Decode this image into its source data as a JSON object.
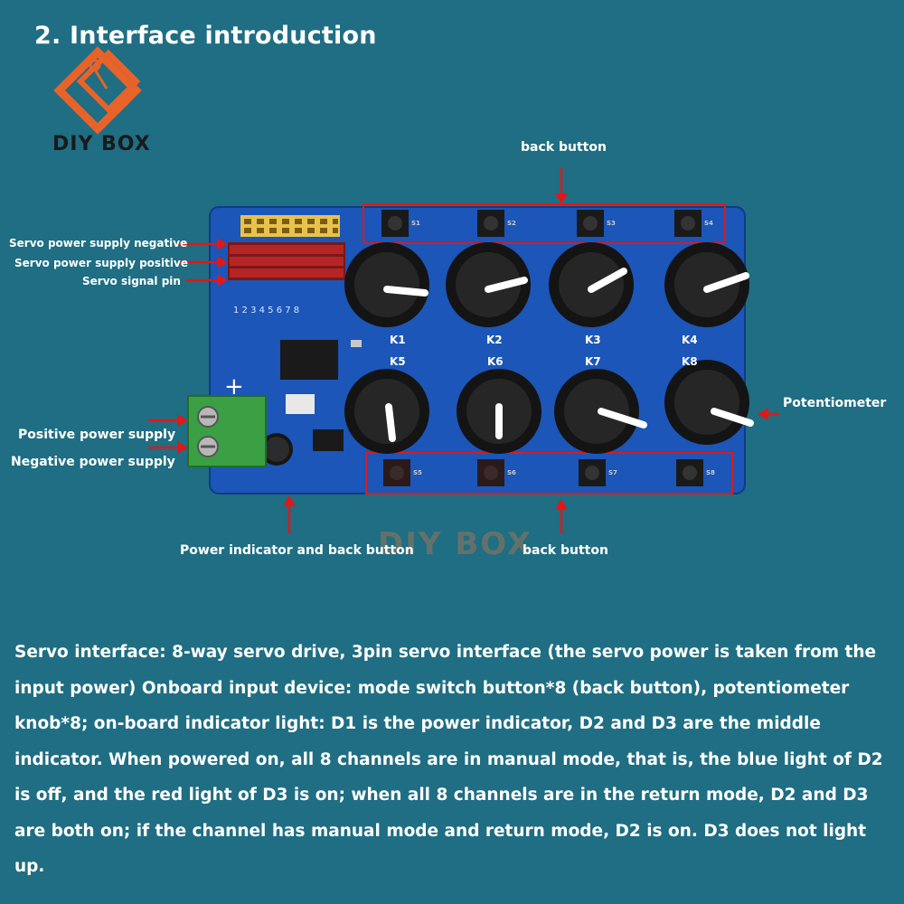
{
  "title": "2. Interface introduction",
  "logo": {
    "text": "DIY BOX",
    "accent": "#e8632a"
  },
  "watermark": "DIY BOX",
  "labels": {
    "back_button_top": "back button",
    "back_button_bottom": "back button",
    "servo_negative": "Servo power supply negative",
    "servo_positive": "Servo power supply positive",
    "servo_signal": "Servo signal pin",
    "positive_power": "Positive power supply",
    "negative_power": "Negative power supply",
    "potentiometer": "Potentiometer",
    "power_indicator": "Power indicator and back button"
  },
  "knobs": [
    "K1",
    "K2",
    "K3",
    "K4",
    "K5",
    "K6",
    "K7",
    "K8"
  ],
  "switches_top": [
    "S1",
    "S2",
    "S3",
    "S4"
  ],
  "switches_bottom": [
    "S5",
    "S6",
    "S7",
    "S8"
  ],
  "description": "Servo interface: 8-way servo drive, 3pin servo interface (the servo power is taken from the input power) Onboard input device: mode switch button*8 (back button), potentiometer knob*8; on-board indicator light: D1 is the power indicator, D2 and D3 are the middle indicator. When powered on, all 8 channels are in manual mode, that is, the blue light of D2 is off, and the red light of D3 is on; when all 8 channels are in the return mode, D2 and D3 are both on; if the channel has manual mode and return mode, D2 is on. D3 does not light up.",
  "colors": {
    "background": "#1f6e83",
    "pcb": "#1b56b8",
    "arrow": "#e01818",
    "terminal": "#3aa043"
  }
}
